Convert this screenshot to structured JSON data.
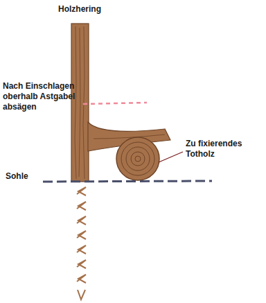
{
  "diagram": {
    "title": "Holzhering",
    "labels": [
      "Nach Einschlagen oberhalb Astgabel absägen",
      "Zu fixierendes Totholz",
      "Sohle"
    ]
  }
}
